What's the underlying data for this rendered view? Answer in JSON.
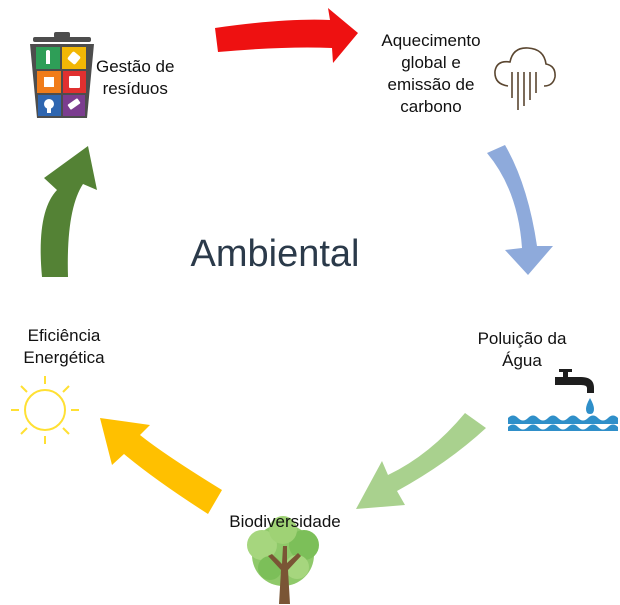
{
  "title": "Ambiental",
  "nodes": [
    {
      "id": "residuos",
      "label_lines": [
        "Gestão de",
        "resíduos"
      ],
      "icon": "waste-bin-icon"
    },
    {
      "id": "aquecimento",
      "label_lines": [
        "Aquecimento",
        "global e",
        "emissão de",
        "carbono"
      ],
      "icon": "rain-cloud-icon"
    },
    {
      "id": "agua",
      "label_lines": [
        "Poluição da",
        "Água"
      ],
      "icon": "water-tap-icon"
    },
    {
      "id": "biodiversidade",
      "label_lines": [
        "Biodiversidade"
      ],
      "icon": "tree-icon"
    },
    {
      "id": "energia",
      "label_lines": [
        "Eficiência",
        "Energética"
      ],
      "icon": "sun-icon"
    }
  ],
  "arrow_colors": {
    "residuos_to_aquecimento": "#ee1111",
    "aquecimento_to_agua": "#8eaadb",
    "agua_to_biodiversidade": "#a9d18e",
    "biodiversidade_to_energia": "#ffc000",
    "energia_to_residuos": "#548235"
  }
}
